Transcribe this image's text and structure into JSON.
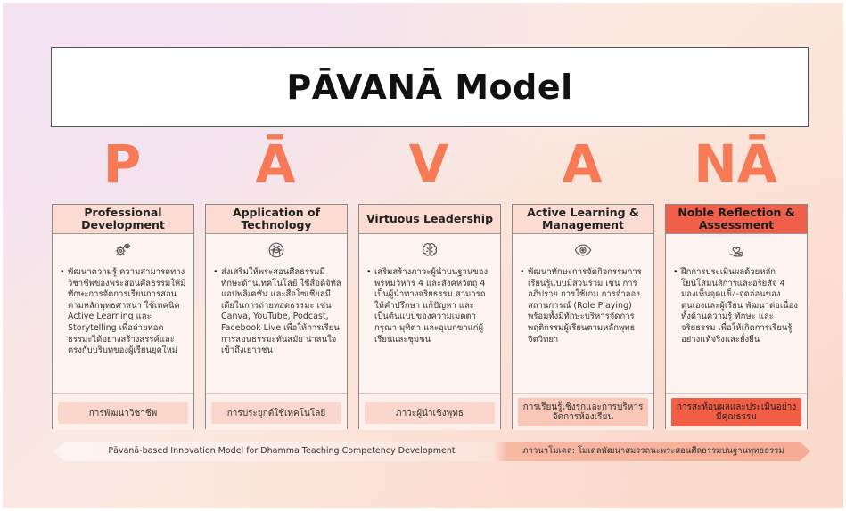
{
  "title": "PĀVANĀ Model",
  "letters": [
    "P",
    "Ā",
    "V",
    "A",
    "NĀ"
  ],
  "accent_color": "#f57a55",
  "highlight_color": "#f05f49",
  "columns": [
    {
      "heading": "Professional Development",
      "icon": "gears-icon",
      "text": "พัฒนาความรู้ ความสามารถทางวิชาชีพของพระสอนศีลธรรมให้มีทักษะการจัดการเรียนการสอนตามหลักพุทธศาสนา ใช้เทคนิค Active Learning และ Storytelling เพื่อถ่ายทอดธรรมะได้อย่างสร้างสรรค์และตรงกับบริบทของผู้เรียนยุคใหม่",
      "footer": "การพัฒนาวิชาชีพ"
    },
    {
      "heading": "Application of Technology",
      "icon": "openai-knot-icon",
      "text": "ส่งเสริมให้พระสอนศีลธรรมมีทักษะด้านเทคโนโลยี ใช้สื่อดิจิทัล แอปพลิเคชัน และสื่อโซเชียลมีเดียในการถ่ายทอดธรรมะ เช่น Canva, YouTube, Podcast, Facebook Live เพื่อให้การเรียนการสอนธรรมะทันสมัย น่าสนใจ เข้าถึงเยาวชน",
      "footer": "การประยุกต์ใช้เทคโนโลยี"
    },
    {
      "heading": "Virtuous Leadership",
      "icon": "brain-icon",
      "text": "เสริมสร้างภาวะผู้นำบนฐานของ พรหมวิหาร 4 และสังคหวัตถุ 4 เป็นผู้นำทางจริยธรรม สามารถให้คำปรึกษา แก้ปัญหา และเป็นต้นแบบของความเมตตา กรุณา มุทิตา และอุเบกขาแก่ผู้เรียนและชุมชน",
      "footer": "ภาวะผู้นำเชิงพุทธ"
    },
    {
      "heading": "Active Learning & Management",
      "icon": "eye-icon",
      "text": "พัฒนาทักษะการจัดกิจกรรมการเรียนรู้แบบมีส่วนร่วม เช่น การอภิปราย การใช้เกม การจำลองสถานการณ์ (Role Playing) พร้อมทั้งมีทักษะบริหารจัดการพฤติกรรมผู้เรียนตามหลักพุทธจิตวิทยา",
      "footer": "การเรียนรู้เชิงรุกและการบริหารจัดการห้องเรียน"
    },
    {
      "heading": "Noble Reflection & Assessment",
      "icon": "hand-heart-icon",
      "text": "ฝึกการประเมินผลด้วยหลัก โยนิโสมนสิการและอริยสัจ 4 มองเห็นจุดแข็ง-จุดอ่อนของตนเองและผู้เรียน พัฒนาต่อเนื่องทั้งด้านความรู้ ทักษะ และจริยธรรม เพื่อให้เกิดการเรียนรู้อย่างแท้จริงและยั่งยืน",
      "footer": "การสะท้อนผลและประเมินอย่างมีคุณธรรม"
    }
  ],
  "banner": {
    "left": "Pāvanā-based Innovation Model for Dhamma Teaching Competency Development",
    "right": "ภาวนาโมเดล: โมเดลพัฒนาสมรรถนะพระสอนศีลธรรมบนฐานพุทธธรรม"
  }
}
